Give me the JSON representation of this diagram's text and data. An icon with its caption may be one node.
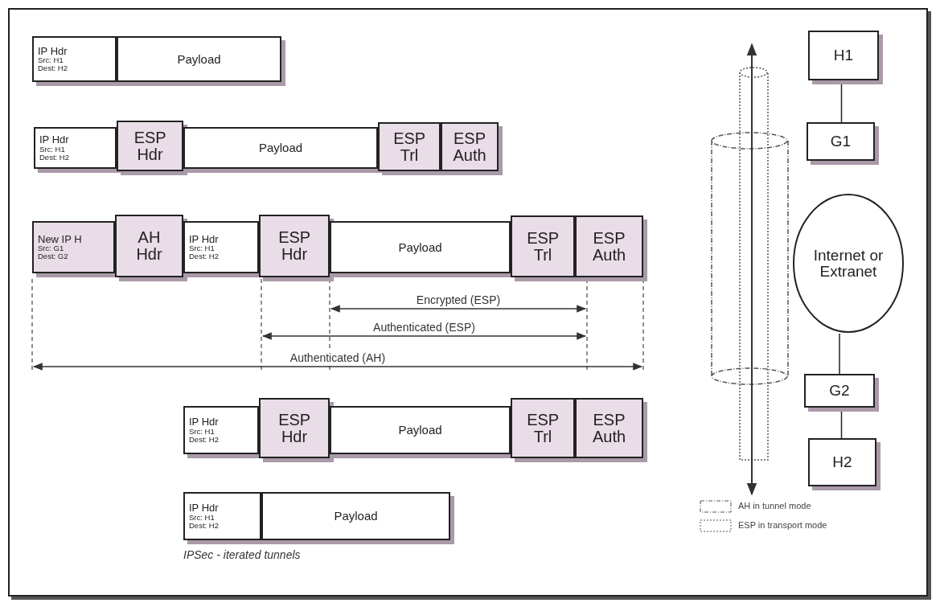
{
  "diagram": {
    "caption": "IPSec - iterated tunnels",
    "nodes": [
      {
        "text": [
          "IP Hdr",
          "Src: H1",
          "Dest: H2"
        ]
      },
      {
        "text": [
          "Payload"
        ]
      },
      {
        "text": [
          "IP Hdr",
          "Src: H1",
          "Dest: H2"
        ]
      },
      {
        "text": [
          "ESP Hdr"
        ]
      },
      {
        "text": [
          "Payload"
        ]
      },
      {
        "text": [
          "ESP Trl"
        ]
      },
      {
        "text": [
          "ESP Auth"
        ]
      },
      {
        "text": [
          "New IP H",
          "Src: G1",
          "Dest: G2"
        ]
      },
      {
        "text": [
          "AH Hdr"
        ]
      },
      {
        "text": [
          "IP Hdr",
          "Src: H1",
          "Dest: H2"
        ]
      },
      {
        "text": [
          "ESP Hdr"
        ]
      },
      {
        "text": [
          "Payload"
        ]
      },
      {
        "text": [
          "ESP Trl"
        ]
      },
      {
        "text": [
          "ESP Auth"
        ]
      },
      {
        "text": [
          "IP Hdr",
          "Src: H1",
          "Dest: H2"
        ]
      },
      {
        "text": [
          "ESP Hdr"
        ]
      },
      {
        "text": [
          "Payload"
        ]
      },
      {
        "text": [
          "ESP Trl"
        ]
      },
      {
        "text": [
          "ESP Auth"
        ]
      },
      {
        "text": [
          "IP Hdr",
          "Src: H1",
          "Dest: H2"
        ]
      },
      {
        "text": [
          "Payload"
        ]
      },
      {
        "text": [
          "H1"
        ]
      },
      {
        "text": [
          "G1"
        ]
      },
      {
        "text": [
          "Internet or Extranet"
        ]
      },
      {
        "text": [
          "G2"
        ]
      },
      {
        "text": [
          "H2"
        ]
      }
    ],
    "edges": [
      {
        "from": 21,
        "to": 22,
        "arrow": "none"
      },
      {
        "from": 23,
        "to": 24,
        "arrow": "none"
      },
      {
        "from": 24,
        "to": 25,
        "arrow": "none"
      }
    ],
    "labels": [
      "Encrypted (ESP)",
      "Authenticated (ESP)",
      "Authenticated (AH)"
    ],
    "legend": [
      {
        "text": "AH in tunnel mode"
      },
      {
        "text": "ESP in transport mode"
      }
    ]
  }
}
